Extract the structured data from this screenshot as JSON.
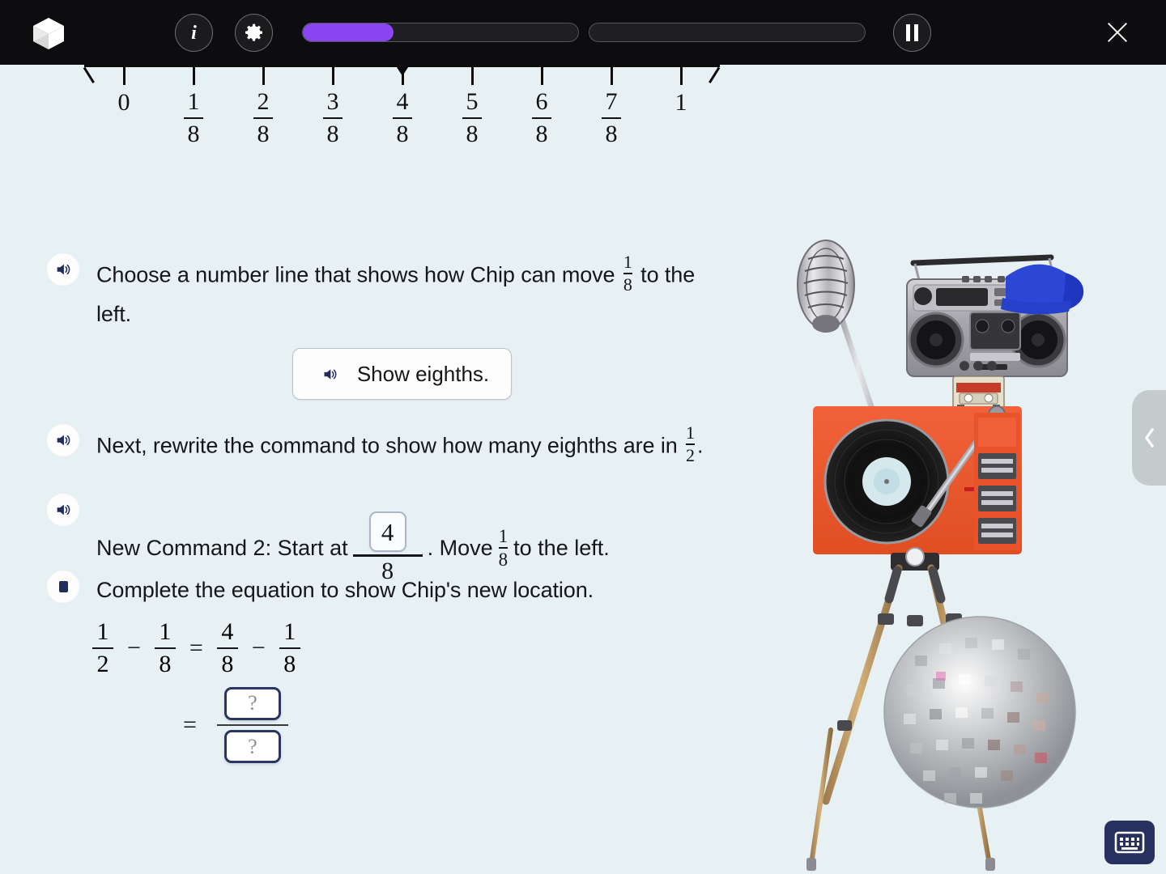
{
  "topbar": {
    "logo_icon": "cube-logo-icon",
    "info_label": "i",
    "info_icon": "info-icon",
    "settings_icon": "gear-icon",
    "pause_icon": "pause-icon",
    "close_icon": "close-icon",
    "progress": [
      {
        "name": "progress-bar-1",
        "percent": 33
      },
      {
        "name": "progress-bar-2",
        "percent": 0
      }
    ],
    "accent_color": "#8b44f2",
    "bar_bg_color": "#1f1f22",
    "bg_color": "#0d0d0f"
  },
  "numberline": {
    "labels": [
      {
        "whole": "0"
      },
      {
        "num": "1",
        "den": "8"
      },
      {
        "num": "2",
        "den": "8"
      },
      {
        "num": "3",
        "den": "8"
      },
      {
        "num": "4",
        "den": "8"
      },
      {
        "num": "5",
        "den": "8"
      },
      {
        "num": "6",
        "den": "8"
      },
      {
        "num": "7",
        "den": "8"
      },
      {
        "whole": "1"
      }
    ],
    "marker_at_index": 4,
    "marker_value": "4/8"
  },
  "questions": {
    "q1_part1": "Choose a number line that shows how Chip can move",
    "q1_frac": {
      "num": "1",
      "den": "8"
    },
    "q1_part2": "to the",
    "q1_part3": "left.",
    "show_eighths_label": "Show eighths.",
    "q2_part1": "Next, rewrite the command to show how many eighths are in",
    "q2_frac": {
      "num": "1",
      "den": "2"
    },
    "q2_period": ".",
    "q3_part1": "New Command 2: Start at",
    "q3_numerator_value": "4",
    "q3_denominator": "8",
    "q3_part2": ". Move",
    "q3_frac": {
      "num": "1",
      "den": "8"
    },
    "q3_part3": "to the left.",
    "q4_text": "Complete the equation to show Chip's new location."
  },
  "equation": {
    "line1": [
      {
        "type": "frac",
        "num": "1",
        "den": "2"
      },
      {
        "type": "op",
        "text": "−"
      },
      {
        "type": "frac",
        "num": "1",
        "den": "8"
      },
      {
        "type": "op",
        "text": "="
      },
      {
        "type": "frac",
        "num": "4",
        "den": "8"
      },
      {
        "type": "op",
        "text": "−"
      },
      {
        "type": "frac",
        "num": "1",
        "den": "8"
      }
    ],
    "line2_op": "=",
    "answer_numerator": "?",
    "answer_denominator": "?",
    "answer_border_color": "#2b3563"
  },
  "character": {
    "name": "chip-boombox-dj-character",
    "parts": [
      "microphone",
      "boombox-head",
      "blue-cap",
      "cassette-neck",
      "orange-turntable-body",
      "tripod-legs",
      "disco-ball"
    ]
  },
  "controls": {
    "edge_tab_icon": "chevron-left-icon",
    "keyboard_icon": "keyboard-icon"
  },
  "colors": {
    "page_bg": "#e7f0f3",
    "text": "#14161a",
    "navy": "#232d5c"
  }
}
